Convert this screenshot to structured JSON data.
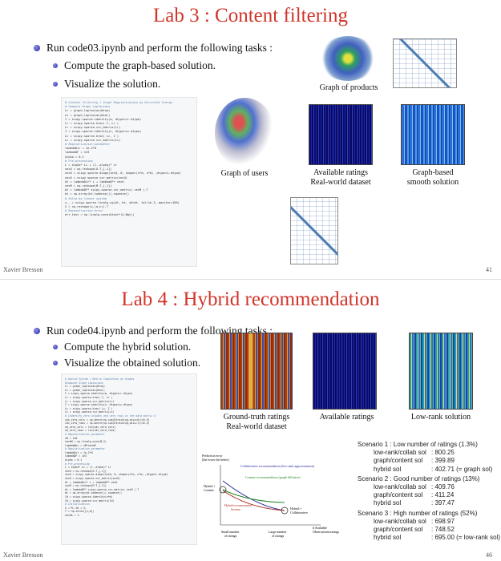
{
  "slide1": {
    "title": "Lab 3 : Content filtering",
    "bullet": "Run code03.ipynb and perform the following tasks :",
    "subbullets": [
      "Compute the graph-based solution.",
      "Visualize the solution."
    ],
    "code": [
      {
        "t": "# Content Filtering / Graph Regularization by Dirichlet Energy",
        "c": true
      },
      {
        "t": "",
        "c": false
      },
      {
        "t": "# Compute Graph Laplacians",
        "c": true
      },
      {
        "t": "Lr = graph_laplacian(Wrow)",
        "c": false
      },
      {
        "t": "Lc = graph_laplacian(Wcol)",
        "c": false
      },
      {
        "t": "I = scipy.sparse.identity(m, dtype=Lr.dtype)",
        "c": false
      },
      {
        "t": "Lr = scipy.sparse.kron( I, Lr )",
        "c": false
      },
      {
        "t": "Lr = scipy.sparse.csr_matrix(Lr)",
        "c": false
      },
      {
        "t": "I = scipy.sparse.identity(n, dtype=Lc.dtype)",
        "c": false
      },
      {
        "t": "Lc = scipy.sparse.kron( Lc, I )",
        "c": false
      },
      {
        "t": "Lc = scipy.sparse.csr_matrix(Lc)",
        "c": false
      },
      {
        "t": "",
        "c": false
      },
      {
        "t": "# Regularization parameter",
        "c": true
      },
      {
        "t": "lambdaDir = 1e-2*0",
        "c": false
      },
      {
        "t": "lambdaDF = 1e3",
        "c": false
      },
      {
        "t": "alpha = 0.1",
        "c": false
      },
      {
        "t": "",
        "c": false
      },
      {
        "t": "# Pre-processing",
        "c": true
      },
      {
        "t": "L = alpha* Lc + (1.-alpha)* Lr",
        "c": false
      },
      {
        "t": "vecO = np.reshape(O.T,[-1])",
        "c": false
      },
      {
        "t": "vecO = scipy.sparse.diags(vecO, 0, shape=(n*m, n*m) ,dtype=L.dtype)",
        "c": false
      },
      {
        "t": "vecO = scipy.sparse.csr_matrix(vecO)",
        "c": false
      },
      {
        "t": "At = lambdaDir* L + lambdaDF* vecO",
        "c": false
      },
      {
        "t": "vecM = np.reshape(M.T,[-1])",
        "c": false
      },
      {
        "t": "bt = lambdaDF* scipy.sparse.csr_matrix( vecM ).T",
        "c": false
      },
      {
        "t": "bt = np.array(bt.todense()).squeeze()",
        "c": false
      },
      {
        "t": "",
        "c": false
      },
      {
        "t": "# Solve by linear system",
        "c": true
      },
      {
        "t": "x,_ = scipy.sparse.linalg.cg(At, bt, x0=bt, tol=1e-3, maxiter=100)",
        "c": false
      },
      {
        "t": "X = np.reshape(x,(m,n)).T",
        "c": false
      },
      {
        "t": "",
        "c": false
      },
      {
        "t": "# Reconstruction error",
        "c": true
      },
      {
        "t": "err_test = np.linalg.norm(Otest*(X-Mgt))",
        "c": false
      }
    ],
    "captions": {
      "graph_products": "Graph of products",
      "graph_users": "Graph of users",
      "available": "Available ratings",
      "available2": "Real-world dataset",
      "smooth": "Graph-based",
      "smooth2": "smooth solution"
    },
    "footer_author": "Xavier Bresson",
    "page": "41"
  },
  "slide2": {
    "title": "Lab 4 : Hybrid recommendation",
    "bullet": "Run code04.ipynb and perform the following tasks :",
    "subbullets": [
      "Compute the hybrid solution.",
      "Visualize the obtained solution."
    ],
    "code": [
      {
        "t": "# Hybrid System / Matrix Completion on Graphs",
        "c": true
      },
      {
        "t": "",
        "c": false
      },
      {
        "t": "#Compute Graph Laplacians",
        "c": true
      },
      {
        "t": "Lr = graph_laplacian(Wrow)",
        "c": false
      },
      {
        "t": "Lc = graph_laplacian(Wcol)",
        "c": false
      },
      {
        "t": "I = scipy.sparse.identity(m, dtype=Lr.dtype)",
        "c": false
      },
      {
        "t": "Lr = scipy.sparse.kron( I, Lr )",
        "c": false
      },
      {
        "t": "Lr = scipy.sparse.csr_matrix(Lr)",
        "c": false
      },
      {
        "t": "I = scipy.sparse.identity(n, dtype=Lc.dtype)",
        "c": false
      },
      {
        "t": "Lc = scipy.sparse.kron( Lc, I )",
        "c": false
      },
      {
        "t": "Lc = scipy.sparse.csr_matrix(Lc)",
        "c": false
      },
      {
        "t": "",
        "c": false
      },
      {
        "t": "# Indentify zero columns and zero rows in the data matrix X",
        "c": true
      },
      {
        "t": "idx_zero_cols = np.where(np.sum(Otraining,axis=0)<1e-9)",
        "c": false
      },
      {
        "t": "idx_zero_rows = np.where(np.sum(Otraining,axis=1)<1e-9)",
        "c": false
      },
      {
        "t": "nb_zero_cols = len(idx_zero_cols)",
        "c": false
      },
      {
        "t": "nb_zero_rows = len(idx_zero_rows)",
        "c": false
      },
      {
        "t": "",
        "c": false
      },
      {
        "t": "# Regularization parameter",
        "c": true
      },
      {
        "t": "nM = 1e0",
        "c": false
      },
      {
        "t": "normM = np.linalg.norm(M,2)",
        "c": false
      },
      {
        "t": "lambdaNuc = nM*normM",
        "c": false
      },
      {
        "t": "",
        "c": false
      },
      {
        "t": "# Regularization parameter",
        "c": true
      },
      {
        "t": "lambdaDir = 1e-2*0",
        "c": false
      },
      {
        "t": "lambdaDF = 1e3",
        "c": false
      },
      {
        "t": "alpha = 0.1",
        "c": false
      },
      {
        "t": "",
        "c": false
      },
      {
        "t": "# Pre-processing",
        "c": true
      },
      {
        "t": "L = alpha* Lc + (1.-alpha)* Lr",
        "c": false
      },
      {
        "t": "vecO = np.reshape(O.T,[-1])",
        "c": false
      },
      {
        "t": "vecO = scipy.sparse.diags(vecO, 0, shape=(n*m, n*m) ,dtype=L.dtype)",
        "c": false
      },
      {
        "t": "vecO = scipy.sparse.csr_matrix(vecO)",
        "c": false
      },
      {
        "t": "At = lambdaDir* L + lambdaDF* vecO",
        "c": false
      },
      {
        "t": "vecM = np.reshape(M.T,[-1])",
        "c": false
      },
      {
        "t": "bt = lambdaDF* scipy.sparse.csr_matrix( vecM ).T",
        "c": false
      },
      {
        "t": "bt = np.array(bt.todense()).squeeze()",
        "c": false
      },
      {
        "t": "Id = scipy.sparse.identity(n*m)",
        "c": false
      },
      {
        "t": "Id = scipy.sparse.csr_matrix(Id)",
        "c": false
      },
      {
        "t": "",
        "c": false
      },
      {
        "t": "# Initialization",
        "c": true
      },
      {
        "t": "X = M; Xb = X;",
        "c": false
      },
      {
        "t": "Y = np.zeros([n,m])",
        "c": false
      },
      {
        "t": "normA = 1.",
        "c": false
      }
    ],
    "captions": {
      "gt": "Ground-truth ratings",
      "gt2": "Real-world dataset",
      "available": "Available ratings",
      "lowrank": "Low-rank solution"
    },
    "diagram": {
      "ylabel1": "Prediction error",
      "ylabel2": "(the lower the better)",
      "collab": "Collaborative recommendation (low-rank approximation)",
      "content": "Content recommendation (graph diffusion)",
      "hybrid1": "Hybrid recommender",
      "hybrid2": "System",
      "hc1": "Hybrid +",
      "hc2": "Content",
      "hcol1": "Hybrid +",
      "hcol2": "Collaborative",
      "small1": "Small number",
      "small2": "of ratings",
      "large1": "Large number",
      "large2": "of ratings",
      "xlabel1": "# Available",
      "xlabel2": "Observations/ratings"
    },
    "scenarios": [
      {
        "title": "Scenario 1 : Low number of ratings (1.3%)",
        "rows": [
          [
            "low-rank/collab sol",
            ": 800.25"
          ],
          [
            "graph/content sol",
            ": 399.89"
          ],
          [
            "hybrid sol",
            ": 402.71 (= graph sol)"
          ]
        ]
      },
      {
        "title": "Scenario 2 : Good number of ratings (13%)",
        "rows": [
          [
            "low-rank/collab sol",
            ": 409.76"
          ],
          [
            "graph/content sol",
            ": 411.24"
          ],
          [
            "hybrid sol",
            ": 397.47"
          ]
        ]
      },
      {
        "title": "Scenario 3 : High number of ratings (52%)",
        "rows": [
          [
            "low-rank/collab sol",
            ": 698.97"
          ],
          [
            "graph/content sol",
            ": 748.52"
          ],
          [
            "hybrid sol",
            ": 695.00 (= low-rank sol)"
          ]
        ]
      }
    ],
    "footer_author": "Xavier Bresson",
    "page": "46"
  }
}
